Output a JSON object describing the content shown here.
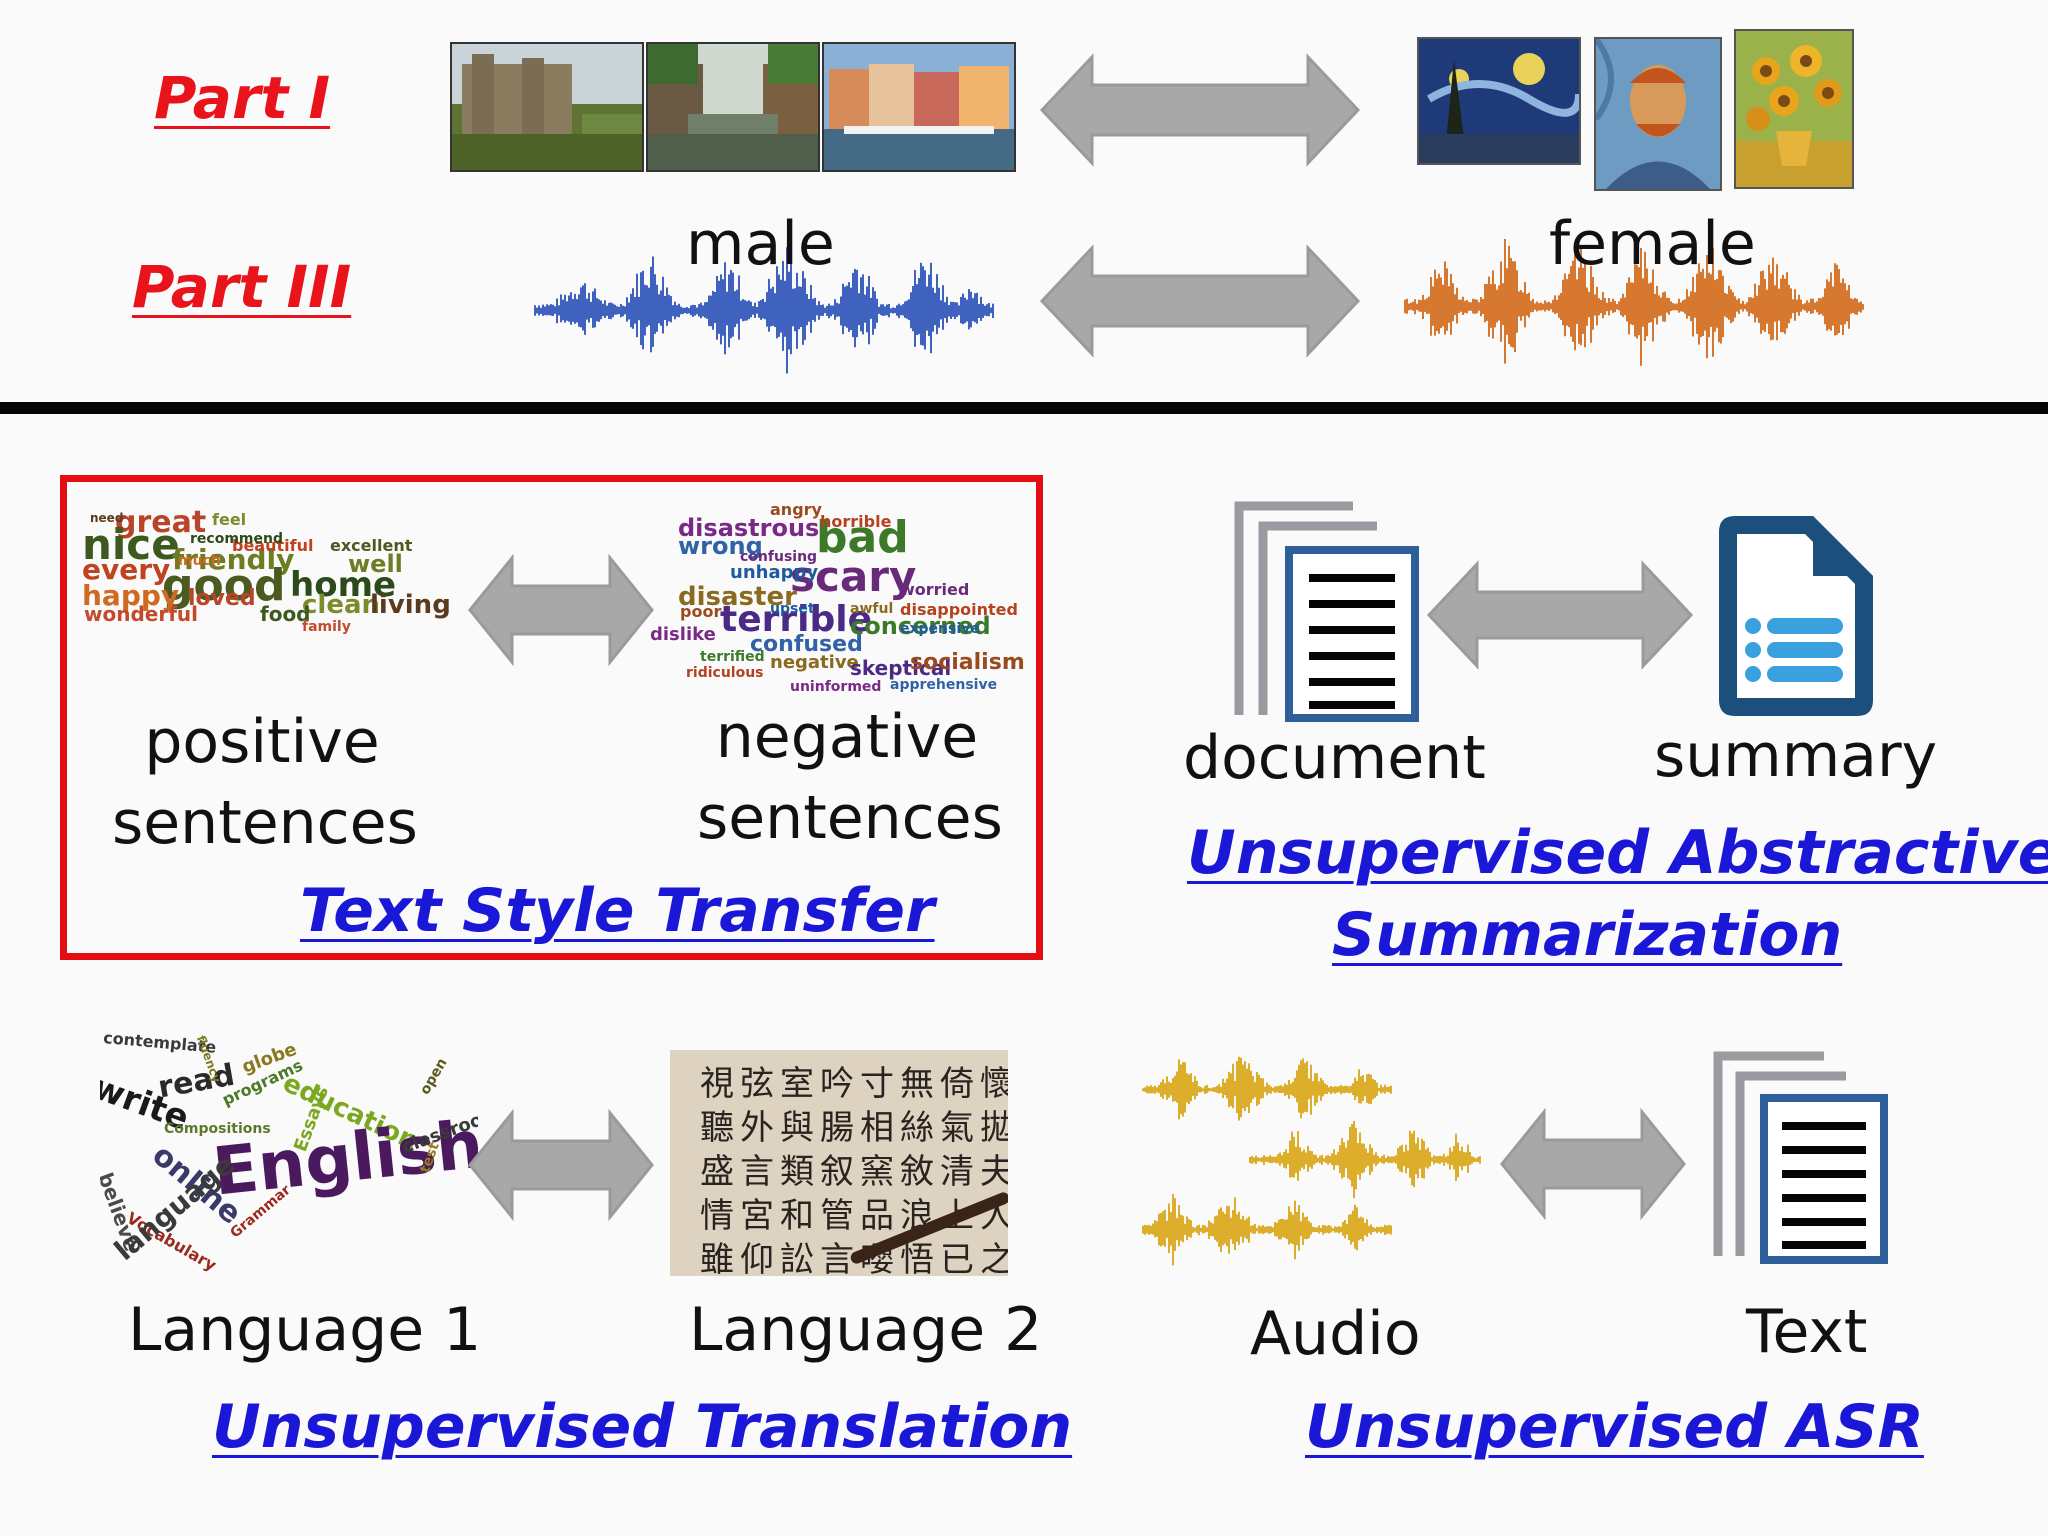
{
  "parts": {
    "part1": "Part I",
    "part3": "Part III"
  },
  "speech": {
    "male": "male",
    "female": "female"
  },
  "tasks": {
    "style_transfer": {
      "positive": "positive\nsentences",
      "negative": "negative\nsentences",
      "title": "Text Style Transfer"
    },
    "summarization": {
      "document": "document",
      "summary": "summary",
      "title_line1": "Unsupervised Abstractive",
      "title_line2": "Summarization"
    },
    "translation": {
      "language1": "Language 1",
      "language2": "Language 2",
      "title": "Unsupervised Translation"
    },
    "asr": {
      "audio": "Audio",
      "text": "Text",
      "title": "Unsupervised ASR"
    }
  },
  "word_clouds": {
    "positive": [
      "great",
      "nice",
      "friendly",
      "every",
      "good",
      "home",
      "happy",
      "clean",
      "living",
      "wonderful",
      "loved",
      "food",
      "well",
      "beautiful",
      "excellent",
      "recommend",
      "much",
      "feel",
      "need",
      "family"
    ],
    "negative": [
      "angry",
      "disastrous",
      "wrong",
      "bad",
      "horrible",
      "scary",
      "unhappy",
      "disaster",
      "terrible",
      "poor",
      "dislike",
      "confused",
      "concerned",
      "disappointed",
      "worried",
      "expensive",
      "negative",
      "skeptical",
      "socialism",
      "uninformed",
      "apprehensive",
      "terrified",
      "ridiculous",
      "confusing",
      "upset",
      "awful"
    ],
    "english": [
      "contemplate",
      "write",
      "read",
      "globe",
      "education",
      "Compositions",
      "online",
      "English",
      "believe",
      "Vocabulary",
      "language",
      "Grammar",
      "Essays",
      "open",
      "classroom",
      "test",
      "programs",
      "fluency"
    ],
    "chinese": [
      "懷",
      "拋",
      "夫",
      "人",
      "之",
      "倚",
      "氣",
      "清",
      "上",
      "已",
      "無",
      "絲",
      "敘",
      "浪",
      "悟",
      "寸",
      "相",
      "窯",
      "品",
      "嚶",
      "吟",
      "腸",
      "叙",
      "管",
      "言",
      "室",
      "與",
      "類",
      "和",
      "訟",
      "弦",
      "外",
      "言",
      "宮",
      "仰",
      "視",
      "聽",
      "盛",
      "情",
      "雖"
    ]
  },
  "colors": {
    "part_red": "#e8131b",
    "link_blue": "#1a17d6",
    "frame_red": "#e40d12",
    "male_wave": "#2a52b8",
    "female_wave": "#d2691a",
    "audio_wave": "#d9a514",
    "arrow_gray": "#a8a8a8",
    "doc_blue": "#2f5f9a",
    "summary_navy": "#1d4f7c",
    "summary_cyan": "#3aa1de"
  },
  "icons": [
    "double-arrow-icon",
    "document-stack-icon",
    "summary-file-icon",
    "waveform-icon"
  ]
}
